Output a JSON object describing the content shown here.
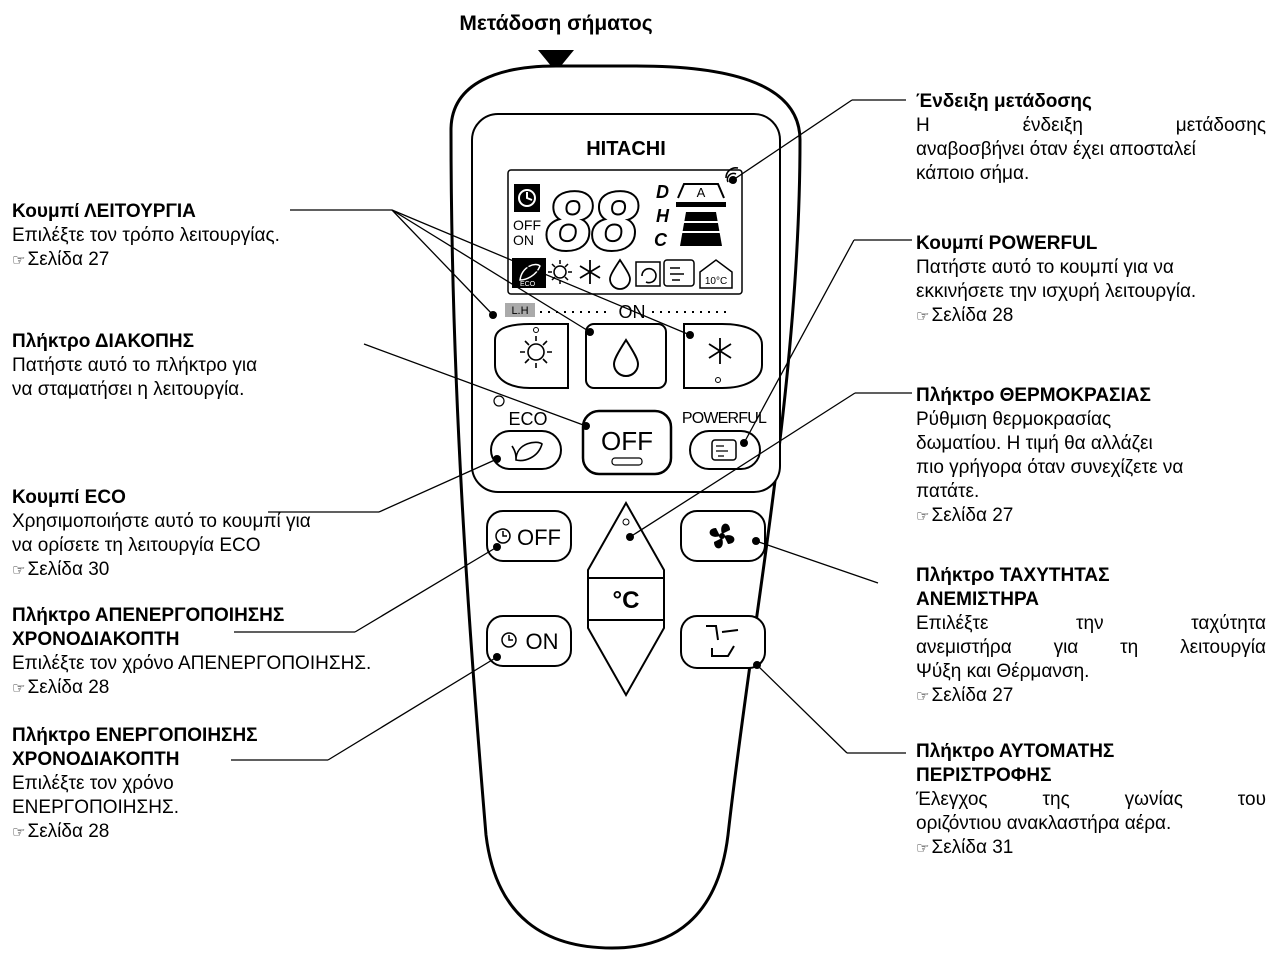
{
  "diagram": {
    "transmission_label": "Μετάδοση σήματος",
    "brand": "HITACHI",
    "display": {
      "digits": "88",
      "unit_d": "D",
      "unit_h": "H",
      "unit_c": "C",
      "off_label": "OFF",
      "on_label": "ON",
      "eco_small": "ECO",
      "tenc_label": "10°C",
      "fan_letter": "A"
    },
    "indicators": {
      "lh": "L.H",
      "on": "ON"
    },
    "buttons": {
      "eco": "ECO",
      "off": "OFF",
      "powerful": "POWERFUL",
      "timer_off": "OFF",
      "timer_on": "ON",
      "temp_unit": "°C"
    }
  },
  "callouts": {
    "mode": {
      "title": "Κουμπί ΛΕΙΤΟΥΡΓΙΑ",
      "desc": "Επιλέξτε τον τρόπο λειτουργίας.",
      "ref": "Σελίδα 27"
    },
    "stop": {
      "title": "Πλήκτρο ΔΙΑΚΟΠΗΣ",
      "desc1": "Πατήστε αυτό το πλήκτρο για",
      "desc2": "να σταματήσει η λειτουργία."
    },
    "eco": {
      "title": "Κουμπί ECO",
      "desc1": "Χρησιμοποιήστε αυτό το κουμπί για",
      "desc2": "να ορίσετε τη λειτουργία ECO",
      "ref": "Σελίδα 30"
    },
    "off_timer": {
      "title1": "Πλήκτρο ΑΠΕΝΕΡΓΟΠΟΙΗΣΗΣ",
      "title2": "ΧΡΟΝΟΔΙΑΚΟΠΤΗ",
      "desc": "Επιλέξτε τον χρόνο ΑΠΕΝΕΡΓΟΠΟΙΗΣΗΣ.",
      "ref": "Σελίδα 28"
    },
    "on_timer": {
      "title1": "Πλήκτρο ΕΝΕΡΓΟΠΟΙΗΣΗΣ",
      "title2": "ΧΡΟΝΟΔΙΑΚΟΠΤΗ",
      "desc1": "Επιλέξτε τον χρόνο",
      "desc2": "ΕΝΕΡΓΟΠΟΙΗΣΗΣ.",
      "ref": "Σελίδα 28"
    },
    "transmit": {
      "title": "Ένδειξη μετάδοσης",
      "desc1": "Η ένδειξη μετάδοσης",
      "desc2": "αναβοσβήνει όταν έχει αποσταλεί",
      "desc3": "κάποιο σήμα."
    },
    "powerful": {
      "title": "Κουμπί POWERFUL",
      "desc1": "Πατήστε αυτό το κουμπί για να",
      "desc2": "εκκινήσετε την ισχυρή λειτουργία.",
      "ref": "Σελίδα 28"
    },
    "temp": {
      "title": "Πλήκτρο ΘΕΡΜΟΚΡΑΣΙΑΣ",
      "desc1": "Ρύθμιση θερμοκρασίας",
      "desc2": "δωματίου. Η τιμή θα αλλάζει",
      "desc3": "πιο γρήγορα όταν συνεχίζετε να",
      "desc4": "πατάτε.",
      "ref": "Σελίδα 27"
    },
    "fan": {
      "title1": "Πλήκτρο ΤΑΧΥΤΗΤΑΣ",
      "title2": "ΑΝΕΜΙΣΤΗΡΑ",
      "desc1": "Επιλέξτε την ταχύτητα",
      "desc2": "ανεμιστήρα για τη λειτουργία",
      "desc3": "Ψύξη και Θέρμανση.",
      "ref": "Σελίδα 27"
    },
    "swing": {
      "title1": "Πλήκτρο ΑΥΤΟΜΑΤΗΣ",
      "title2": "ΠΕΡΙΣΤΡΟΦΗΣ",
      "desc1": "Έλεγχος της γωνίας του",
      "desc2": "οριζόντιου ανακλαστήρα αέρα.",
      "ref": "Σελίδα 31"
    }
  },
  "icons": [
    "signal-icon",
    "clock-icon",
    "eco-leaf-icon",
    "sun-icon",
    "snowflake-icon",
    "drop-icon",
    "cycle-icon",
    "powerful-icon",
    "home-icon",
    "fan-icon",
    "swing-icon",
    "hand-pointer-icon"
  ]
}
